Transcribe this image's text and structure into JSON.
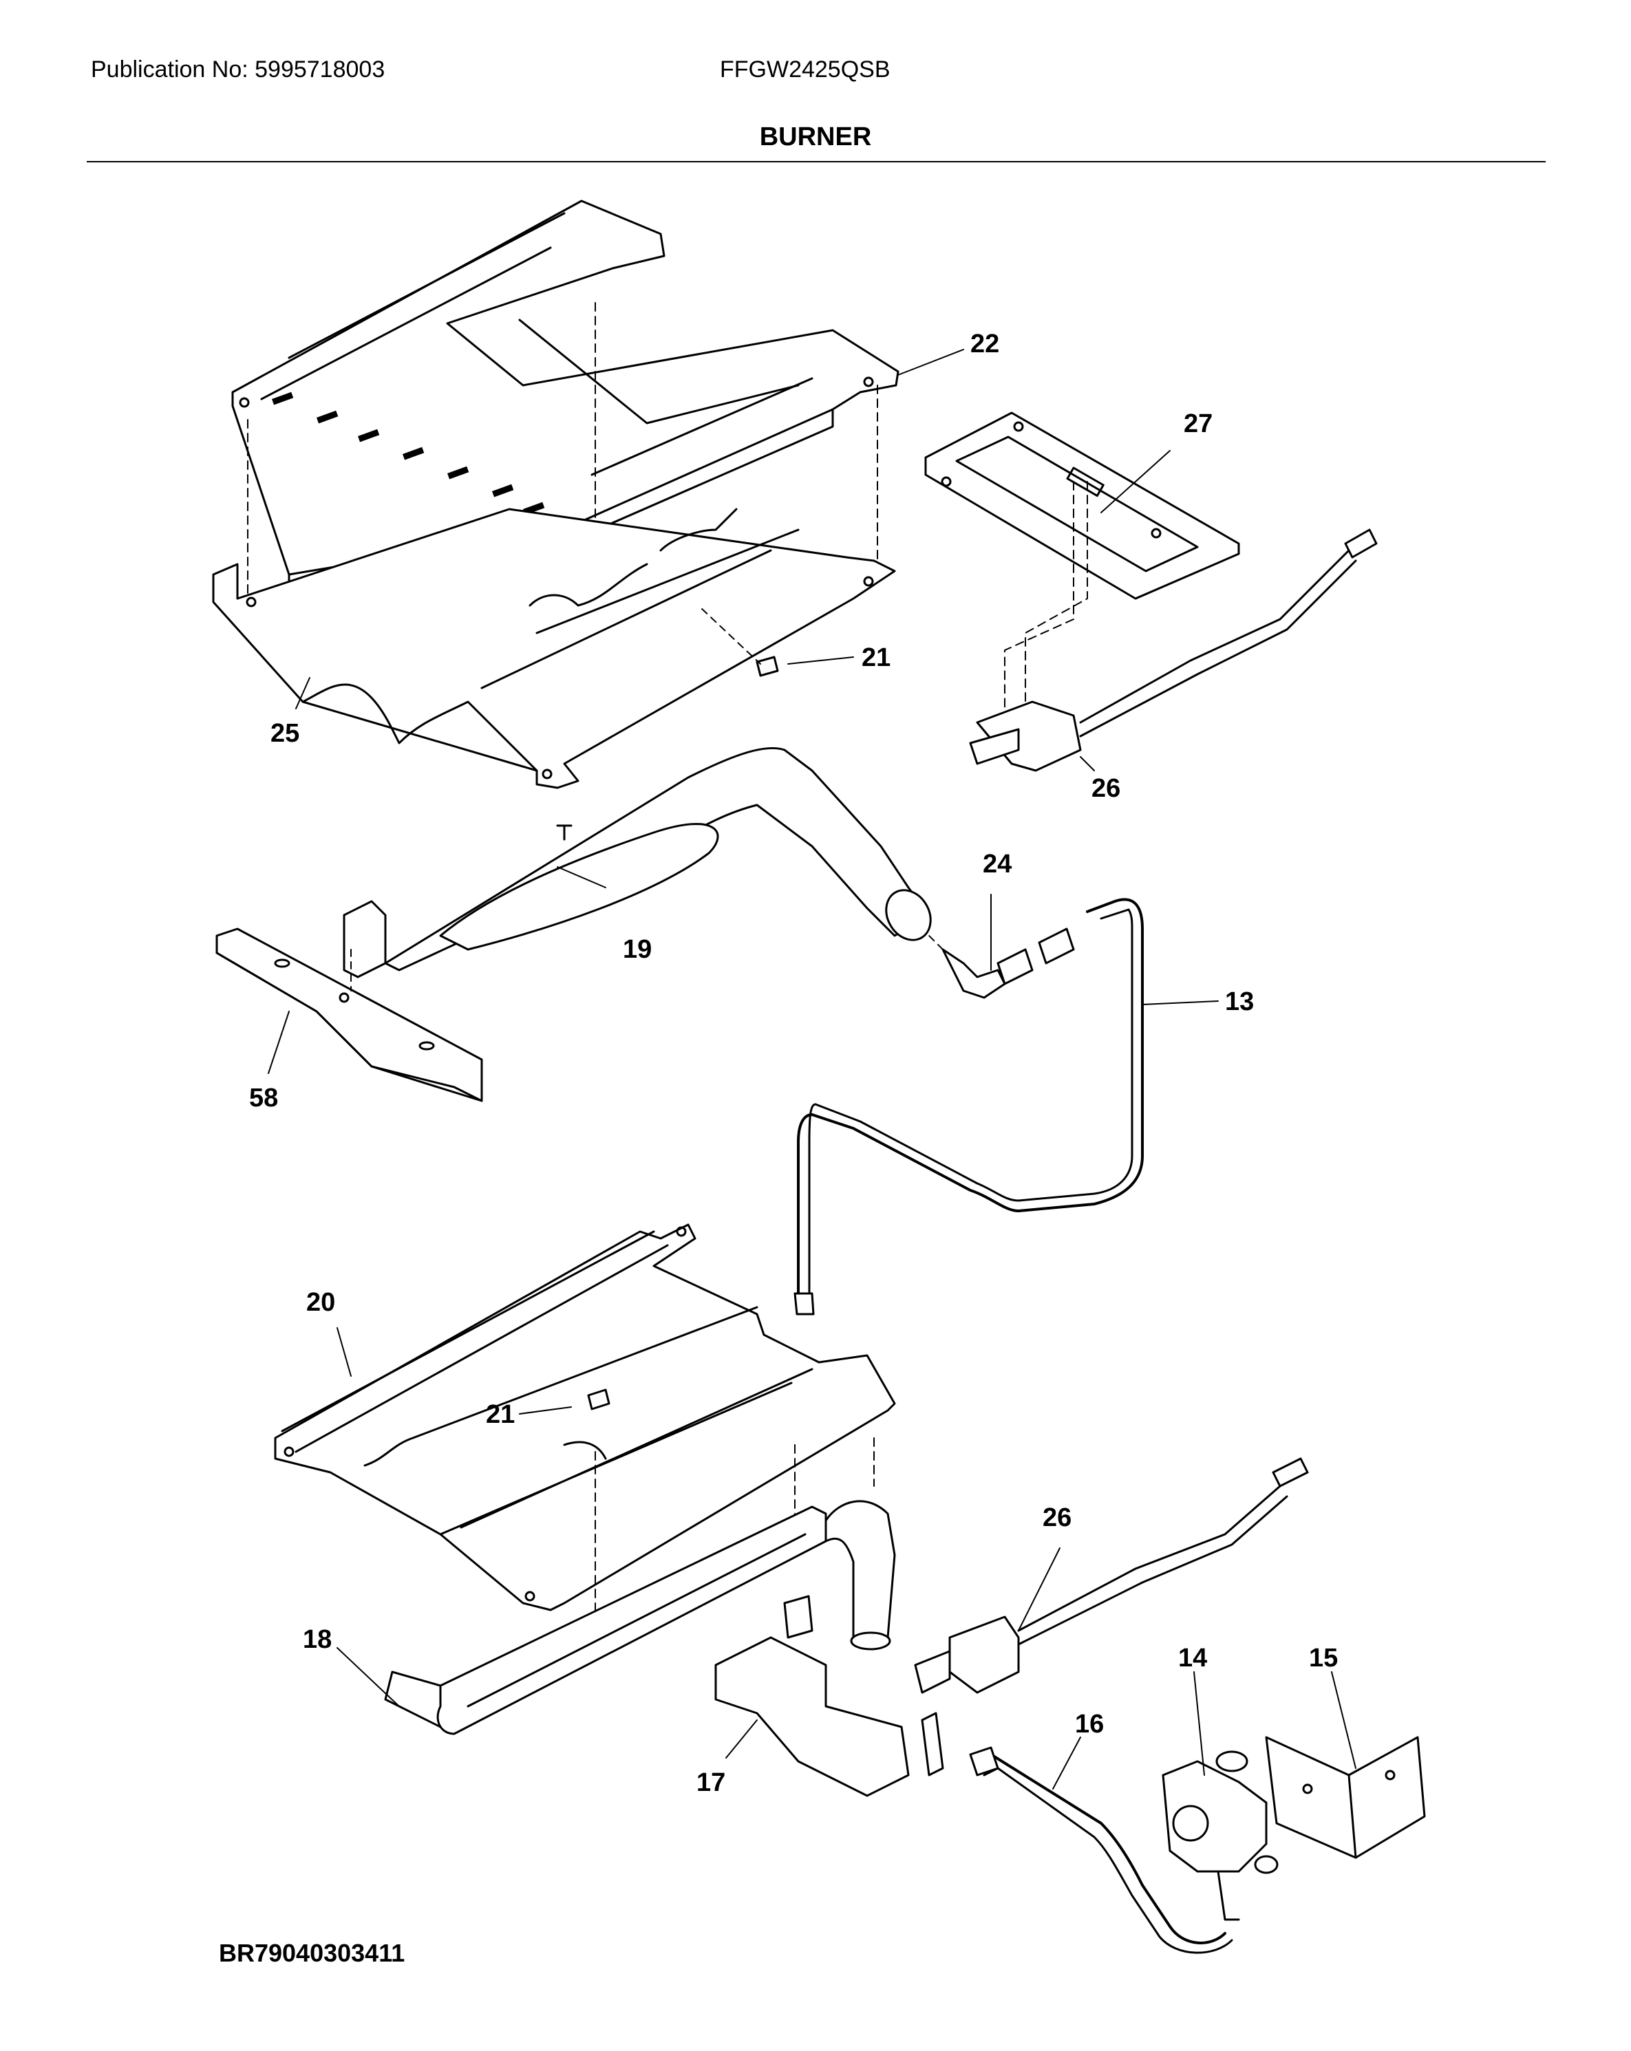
{
  "header": {
    "publication": "Publication No: 5995718003",
    "model": "FFGW2425QSB",
    "title": "BURNER"
  },
  "footer": {
    "code": "BR79040303411"
  },
  "callouts": {
    "c22": "22",
    "c27": "27",
    "c21a": "21",
    "c25": "25",
    "c26a": "26",
    "c24": "24",
    "c19": "19",
    "c13": "13",
    "c58": "58",
    "c20": "20",
    "c21b": "21",
    "c26b": "26",
    "c18": "18",
    "c14": "14",
    "c15": "15",
    "c16": "16",
    "c17": "17"
  }
}
